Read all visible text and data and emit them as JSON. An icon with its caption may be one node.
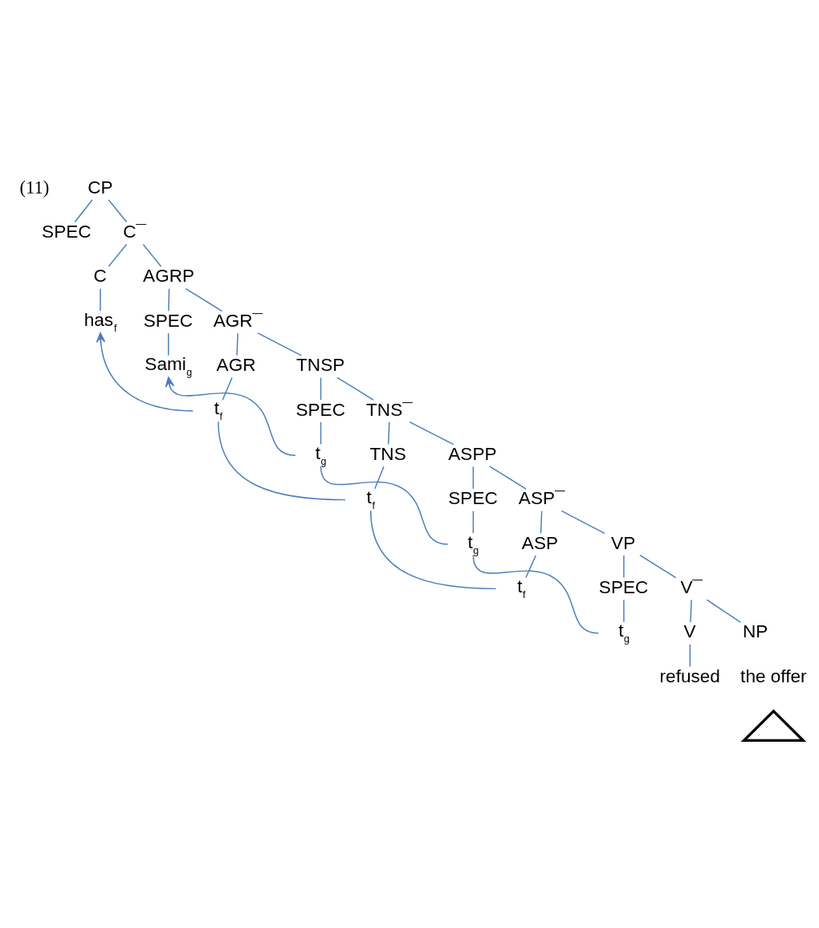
{
  "diagram": {
    "nodes": [
      {
        "text": [
          "CP"
        ]
      },
      {
        "text": [
          "SPEC"
        ]
      },
      {
        "text": [
          "C¯"
        ]
      },
      {
        "text": [
          "C"
        ]
      },
      {
        "text": [
          "AGRP"
        ]
      },
      {
        "text": [
          "has$_{f}$"
        ]
      },
      {
        "text": [
          "SPEC"
        ]
      },
      {
        "text": [
          "AGR¯"
        ]
      },
      {
        "text": [
          "Sami$_{g}$"
        ]
      },
      {
        "text": [
          "AGR"
        ]
      },
      {
        "text": [
          "TNSP"
        ]
      },
      {
        "text": [
          "t$_{f}$"
        ]
      },
      {
        "text": [
          "SPEC"
        ]
      },
      {
        "text": [
          "TNS¯"
        ]
      },
      {
        "text": [
          "t$_{g}$"
        ]
      },
      {
        "text": [
          "TNS"
        ]
      },
      {
        "text": [
          "ASPP"
        ]
      },
      {
        "text": [
          "t$_{f}$"
        ]
      },
      {
        "text": [
          "SPEC"
        ]
      },
      {
        "text": [
          "ASP¯"
        ]
      },
      {
        "text": [
          "t$_{g}$"
        ]
      },
      {
        "text": [
          "ASP"
        ]
      },
      {
        "text": [
          "VP"
        ]
      },
      {
        "text": [
          "t$_{f}$"
        ]
      },
      {
        "text": [
          "SPEC"
        ]
      },
      {
        "text": [
          "V¯"
        ]
      },
      {
        "text": [
          "t$_{g}$"
        ]
      },
      {
        "text": [
          "V"
        ]
      },
      {
        "text": [
          "NP"
        ]
      },
      {
        "text": [
          "refused"
        ]
      },
      {
        "text": [],
        "shape": "triangle",
        "beside": [
          "the offer"
        ]
      }
    ],
    "edges": [
      {
        "from": 0,
        "to": 1,
        "arrow": "none"
      },
      {
        "from": 0,
        "to": 2,
        "arrow": "none"
      },
      {
        "from": 2,
        "to": 3,
        "arrow": "none"
      },
      {
        "from": 2,
        "to": 4,
        "arrow": "none"
      },
      {
        "from": 3,
        "to": 5,
        "arrow": "none"
      },
      {
        "from": 4,
        "to": 6,
        "arrow": "none"
      },
      {
        "from": 4,
        "to": 7,
        "arrow": "none"
      },
      {
        "from": 6,
        "to": 8,
        "arrow": "none"
      },
      {
        "from": 7,
        "to": 9,
        "arrow": "none"
      },
      {
        "from": 7,
        "to": 10,
        "arrow": "none"
      },
      {
        "from": 9,
        "to": 11,
        "arrow": "none"
      },
      {
        "from": 10,
        "to": 12,
        "arrow": "none"
      },
      {
        "from": 10,
        "to": 13,
        "arrow": "none"
      },
      {
        "from": 12,
        "to": 14,
        "arrow": "none"
      },
      {
        "from": 13,
        "to": 15,
        "arrow": "none"
      },
      {
        "from": 13,
        "to": 16,
        "arrow": "none"
      },
      {
        "from": 15,
        "to": 17,
        "arrow": "none"
      },
      {
        "from": 16,
        "to": 18,
        "arrow": "none"
      },
      {
        "from": 16,
        "to": 19,
        "arrow": "none"
      },
      {
        "from": 18,
        "to": 20,
        "arrow": "none"
      },
      {
        "from": 19,
        "to": 21,
        "arrow": "none"
      },
      {
        "from": 19,
        "to": 22,
        "arrow": "none"
      },
      {
        "from": 21,
        "to": 23,
        "arrow": "none"
      },
      {
        "from": 22,
        "to": 24,
        "arrow": "none"
      },
      {
        "from": 22,
        "to": 25,
        "arrow": "none"
      },
      {
        "from": 24,
        "to": 26,
        "arrow": "none"
      },
      {
        "from": 25,
        "to": 27,
        "arrow": "none"
      },
      {
        "from": 25,
        "to": 28,
        "arrow": "none"
      },
      {
        "from": 27,
        "to": 29,
        "arrow": "none"
      },
      {
        "from": 11,
        "to": 5,
        "arrow": "to"
      },
      {
        "from": 14,
        "to": 8,
        "arrow": "to"
      },
      {
        "from": 17,
        "to": 11,
        "arrow": "none"
      },
      {
        "from": 20,
        "to": 14,
        "arrow": "none"
      },
      {
        "from": 23,
        "to": 17,
        "arrow": "none"
      },
      {
        "from": 26,
        "to": 20,
        "arrow": "none"
      }
    ],
    "labels": [
      "(11)"
    ]
  }
}
